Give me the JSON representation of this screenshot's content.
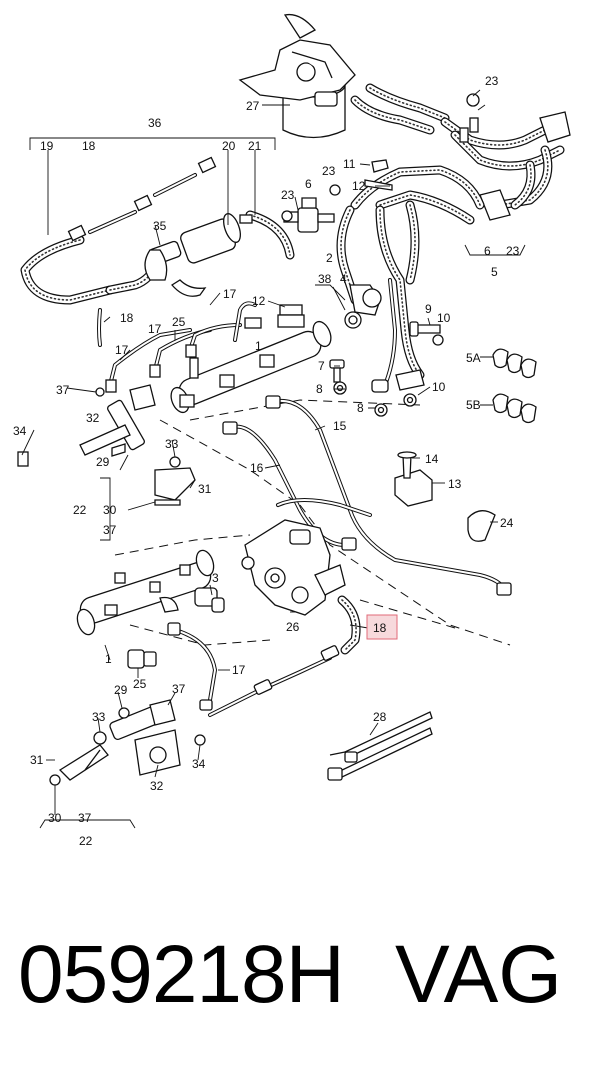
{
  "callouts": {
    "c36": "36",
    "c19": "19",
    "c18a": "18",
    "c20": "20",
    "c21": "21",
    "c27": "27",
    "c23a": "23",
    "c11": "11",
    "c12a": "12",
    "c23b": "23",
    "c6a": "6",
    "c23c": "23",
    "c6b": "6",
    "c23d": "23",
    "c5": "5",
    "c35": "35",
    "c18b": "18",
    "c17a": "17",
    "c12b": "12",
    "c2": "2",
    "c38": "38",
    "c4": "4",
    "c9": "9",
    "c10a": "10",
    "c5A": "5A",
    "c5B": "5B",
    "c17b": "17",
    "c25a": "25",
    "c17c": "17",
    "c1a": "1",
    "c7": "7",
    "c8a": "8",
    "c8b": "8",
    "c10b": "10",
    "c37a": "37",
    "c32a": "32",
    "c34a": "34",
    "c29a": "29",
    "c33a": "33",
    "c15": "15",
    "c16": "16",
    "c14": "14",
    "c13": "13",
    "c31a": "31",
    "c22a": "22",
    "c30a": "30",
    "c37b": "37",
    "c24": "24",
    "c3": "3",
    "c26": "26",
    "c18h": "18",
    "c1b": "1",
    "c17d": "17",
    "c25b": "25",
    "c29b": "29",
    "c37c": "37",
    "c33b": "33",
    "c31b": "31",
    "c32b": "32",
    "c34b": "34",
    "c28": "28",
    "c30b": "30",
    "c37d": "37",
    "c22b": "22"
  },
  "footer": {
    "part_number": "059218H",
    "brand": "VAG"
  },
  "colors": {
    "highlight_fill": "#f7d9dc",
    "highlight_stroke": "#e06a78",
    "ink": "#111111"
  }
}
